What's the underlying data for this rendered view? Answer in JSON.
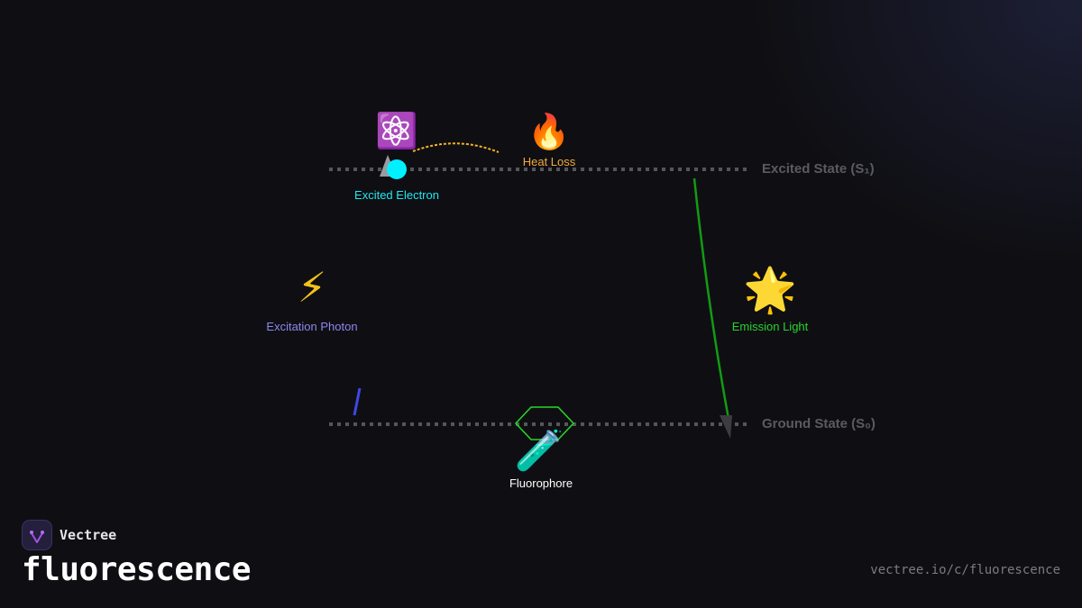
{
  "brand": {
    "name": "Vectree",
    "title": "fluorescence",
    "url": "vectree.io/c/fluorescence",
    "icon": "vectree-logo-icon"
  },
  "diagram": {
    "levels": {
      "excited": "Excited State (S₁)",
      "ground": "Ground State (S₀)"
    },
    "nodes": {
      "electron": {
        "label": "Excited Electron",
        "icon": "atom-icon",
        "glyph": "⚛️",
        "color": "#22e5f0"
      },
      "heat": {
        "label": "Heat Loss",
        "icon": "fire-icon",
        "glyph": "🔥",
        "color": "#f2a93b"
      },
      "photon": {
        "label": "Excitation Photon",
        "icon": "lightning-icon",
        "glyph": "⚡",
        "color": "#8d86f0"
      },
      "emission": {
        "label": "Emission Light",
        "icon": "star-icon",
        "glyph": "🌟",
        "color": "#28d42c"
      },
      "fluorophore": {
        "label": "Fluorophore",
        "icon": "test-tube-icon",
        "glyph": "🧪",
        "color": "#ffffff"
      }
    },
    "colors": {
      "electron_dot": "#00f0ff",
      "emission_path": "#13a313",
      "heat_path": "#f5b324",
      "photon_path": "#3f47e8",
      "hexagon": "#26d926",
      "level_line": "#55555c"
    }
  }
}
